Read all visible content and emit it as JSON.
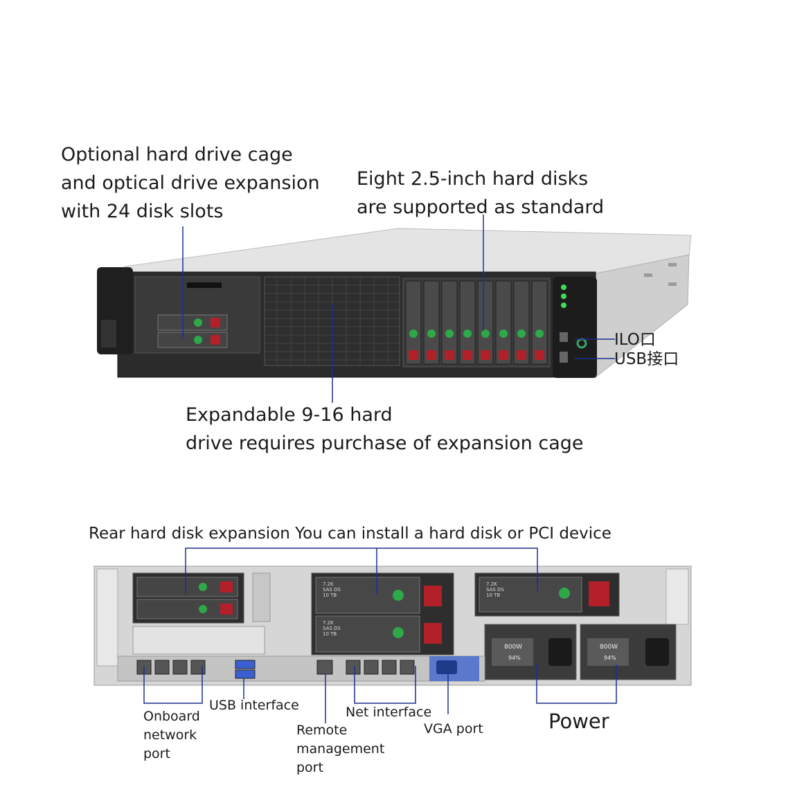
{
  "front": {
    "optional_cage": [
      "Optional hard drive cage",
      "and optical drive expansion",
      "with 24 disk slots"
    ],
    "eight_disks": [
      "Eight 2.5-inch hard disks",
      "are supported as standard"
    ],
    "expandable": [
      "Expandable 9-16 hard",
      "drive requires purchase of expansion cage"
    ],
    "ilo": "ILO口",
    "usb_port": "USB接口"
  },
  "rear": {
    "title": "Rear hard disk expansion You can install a hard disk or PCI device",
    "onboard": [
      "Onboard",
      "network",
      "port"
    ],
    "usb_interface": "USB interface",
    "remote": [
      "Remote",
      "management",
      "port"
    ],
    "net_interface": "Net interface",
    "vga": "VGA port",
    "power": "Power",
    "psu_rating": "800W",
    "psu_efficiency": "94%",
    "disk_label": [
      "7.2K",
      "SAS DS",
      "10 TB"
    ]
  },
  "colors": {
    "annotation_line": "#1d2f8f",
    "chassis_light": "#dcdcdc",
    "bezel_dark": "#1a1a1a",
    "drive_green": "#2fa84a",
    "drive_red": "#b3202a",
    "rear_blue": "#3a5fd0"
  }
}
